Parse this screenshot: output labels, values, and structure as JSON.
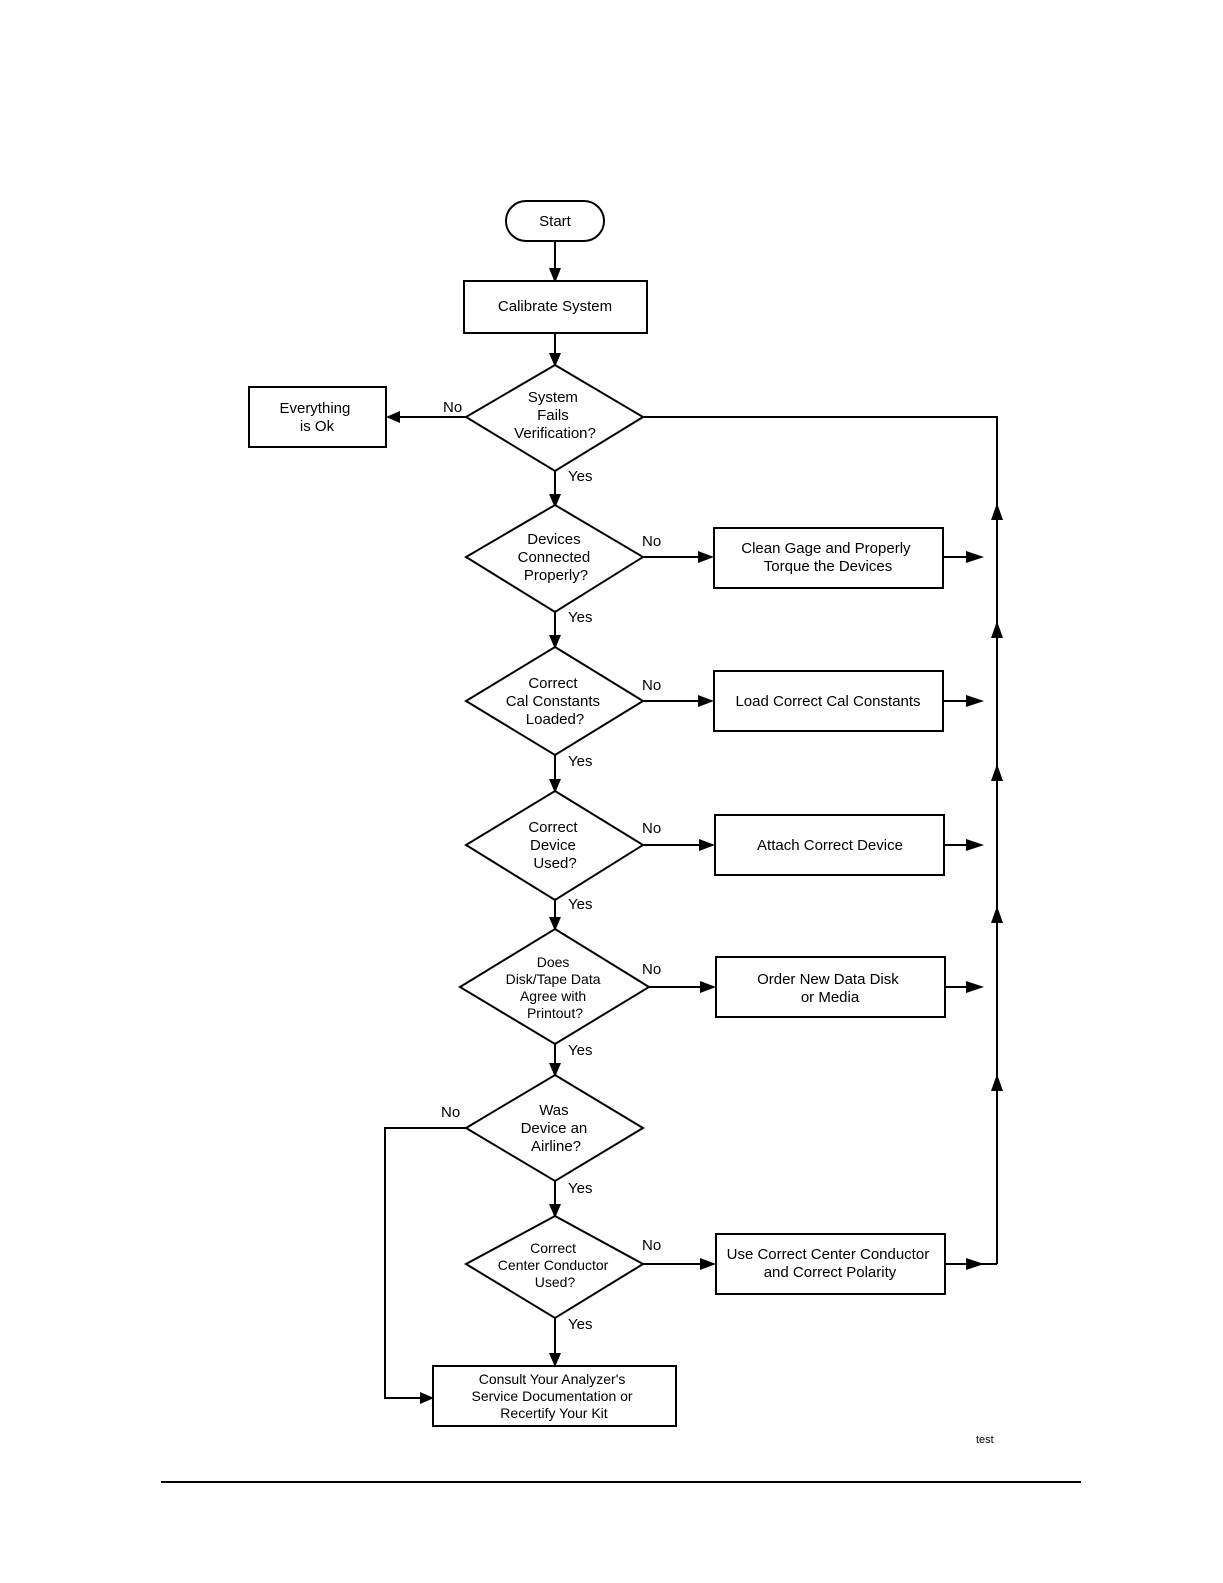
{
  "flowchart": {
    "start": "Start",
    "calibrate": "Calibrate System",
    "d_verify": [
      "System",
      "Fails",
      "Verification?"
    ],
    "ok": [
      "Everything",
      "is Ok"
    ],
    "d_connected": [
      "Devices",
      "Connected",
      "Properly?"
    ],
    "clean": [
      "Clean Gage and Properly",
      "Torque the Devices"
    ],
    "d_calconst": [
      "Correct",
      "Cal Constants",
      "Loaded?"
    ],
    "load": "Load Correct Cal Constants",
    "d_device": [
      "Correct",
      "Device",
      "Used?"
    ],
    "attach": "Attach Correct Device",
    "d_disk": [
      "Does",
      "Disk/Tape Data",
      "Agree with",
      "Printout?"
    ],
    "order": [
      "Order New Data Disk",
      "or Media"
    ],
    "d_airline": [
      "Was",
      "Device an",
      "Airline?"
    ],
    "d_center": [
      "Correct",
      "Center Conductor",
      "Used?"
    ],
    "use_center": [
      "Use Correct Center Conductor",
      "and Correct Polarity"
    ],
    "consult": [
      "Consult Your Analyzer's",
      "Service Documentation or",
      "Recertify Your Kit"
    ]
  },
  "labels": {
    "yes": "Yes",
    "no": "No"
  },
  "footer_tag": "test",
  "colors": {
    "ink": "#000000",
    "paper": "#ffffff"
  }
}
